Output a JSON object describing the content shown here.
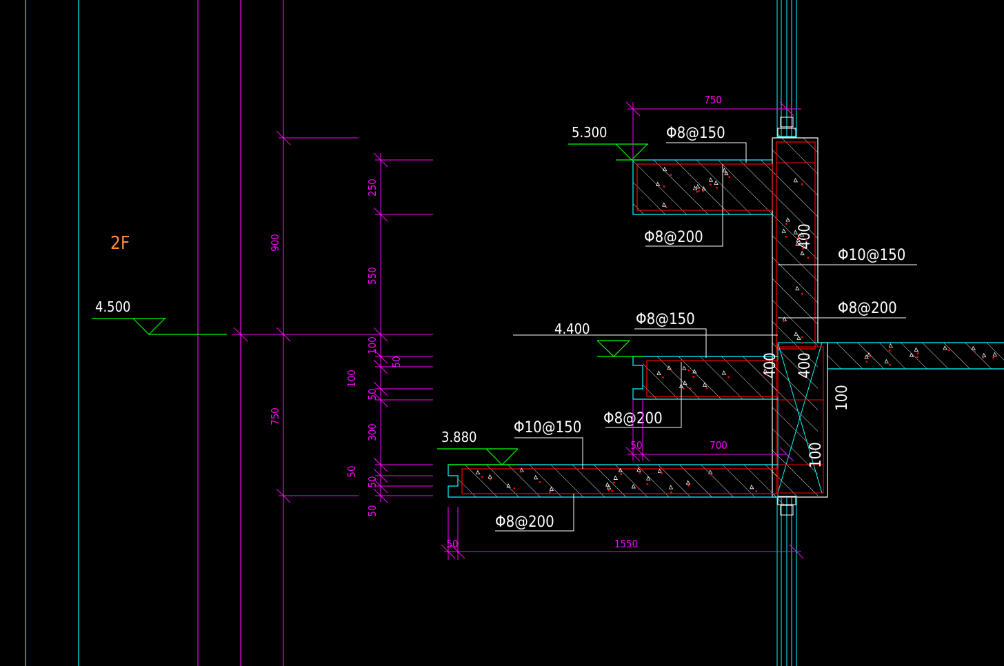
{
  "floor_label": "2F",
  "elevations": {
    "e1": "5.300",
    "e2": "4.500",
    "e3": "4.400",
    "e4": "3.880"
  },
  "rebar": {
    "top_slab_top": "Φ8@150",
    "top_slab_bottom": "Φ8@200",
    "wall_outer": "Φ10@150",
    "wall_inner": "Φ8@200",
    "mid_slab_top": "Φ8@150",
    "mid_slab_bottom": "Φ8@200",
    "low_slab_top": "Φ10@150",
    "low_slab_bottom": "Φ8@200"
  },
  "dimensions": {
    "top_width": "750",
    "left_height_900": "900",
    "left_height_750": "750",
    "seg_250": "250",
    "seg_550": "550",
    "seg_100a": "100",
    "seg_50a": "50",
    "seg_100b": "100",
    "seg_50b": "50",
    "seg_300": "300",
    "seg_50c": "50",
    "seg_50d": "50",
    "seg_50e": "50",
    "bottom_50": "50",
    "bottom_1550": "1550",
    "mid_50": "50",
    "mid_700": "700",
    "wall_400_upper": "400",
    "wall_400_a": "400",
    "wall_400_b": "400",
    "wall_100_right": "100",
    "wall_100_inner": "100"
  },
  "colors": {
    "cyan": "#00ffff",
    "magenta": "#ff00ff",
    "green": "#00ff00",
    "red": "#ff0000",
    "white": "#ffffff",
    "orange": "#ff8c3a",
    "background": "#000000"
  }
}
